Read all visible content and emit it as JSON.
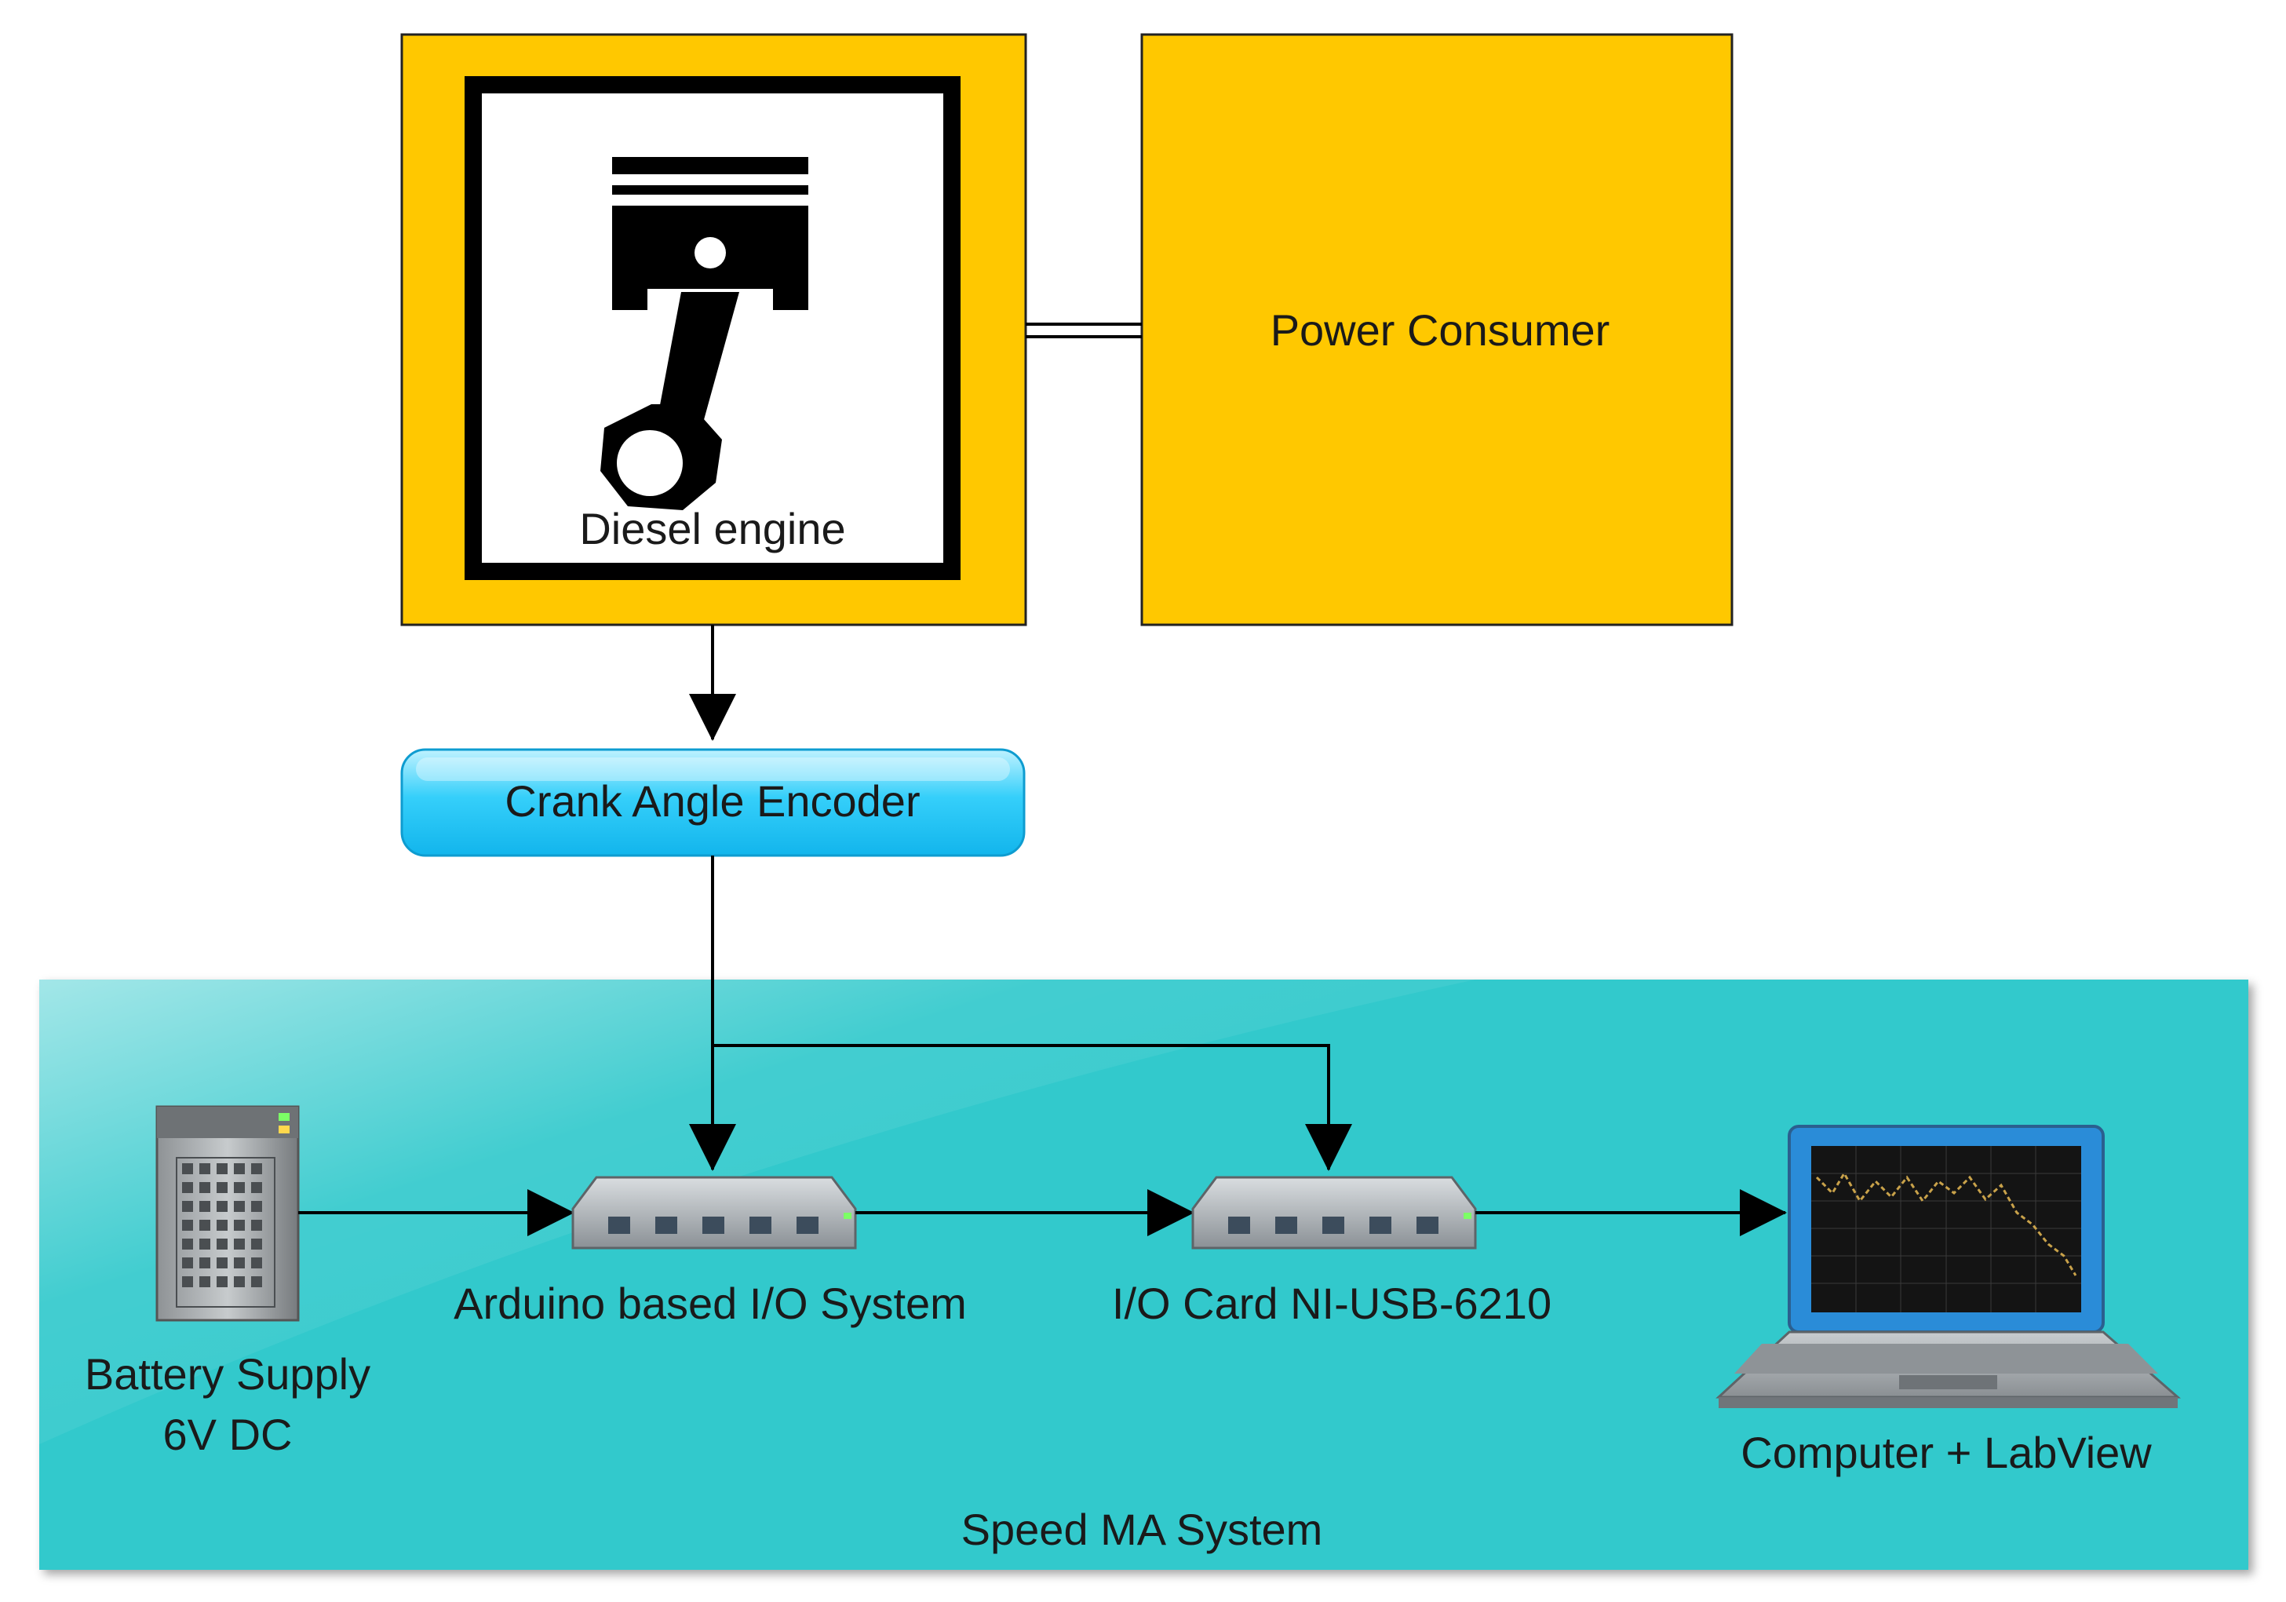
{
  "diagram": {
    "nodes": {
      "diesel_engine": {
        "label": "Diesel engine",
        "icon": "piston-icon"
      },
      "power_consumer": {
        "label": "Power Consumer"
      },
      "crank_angle_encoder": {
        "label": "Crank Angle Encoder"
      },
      "battery_supply": {
        "label_line1": "Battery Supply",
        "label_line2": "6V DC",
        "icon": "battery-tower-icon"
      },
      "arduino_io": {
        "label": "Arduino based I/O System",
        "icon": "io-hub-icon"
      },
      "io_card": {
        "label": "I/O Card NI-USB-6210",
        "icon": "io-hub-icon"
      },
      "computer": {
        "label": "Computer + LabView",
        "icon": "laptop-icon"
      }
    },
    "group": {
      "label": "Speed MA System"
    },
    "edges": [
      {
        "from": "diesel_engine",
        "to": "power_consumer",
        "style": "double-line"
      },
      {
        "from": "diesel_engine",
        "to": "crank_angle_encoder",
        "style": "arrow"
      },
      {
        "from": "crank_angle_encoder",
        "to": "arduino_io",
        "style": "arrow"
      },
      {
        "from": "crank_angle_encoder",
        "to": "io_card",
        "style": "arrow"
      },
      {
        "from": "battery_supply",
        "to": "arduino_io",
        "style": "arrow"
      },
      {
        "from": "arduino_io",
        "to": "io_card",
        "style": "arrow"
      },
      {
        "from": "io_card",
        "to": "computer",
        "style": "arrow"
      }
    ],
    "colors": {
      "engine_fill": "#FFC800",
      "group_fill": "#33C9CC",
      "encoder_fill": "#22BFF0",
      "line": "#000000"
    }
  }
}
